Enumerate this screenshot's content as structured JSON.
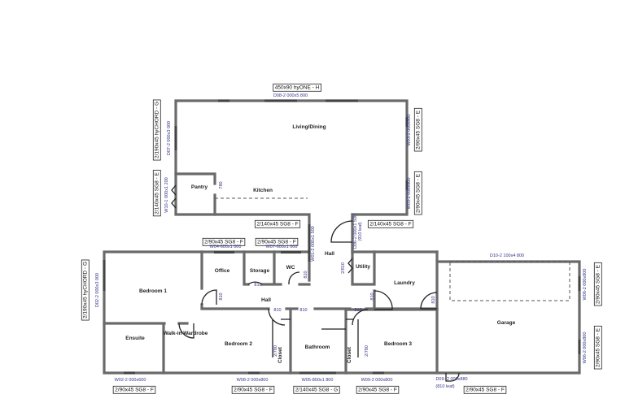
{
  "rooms": [
    "Living/Dining",
    "Pantry",
    "Kitchen",
    "Hall",
    "Office",
    "Storage",
    "WC",
    "Utility",
    "Laundry",
    "Bedroom 1",
    "Hall",
    "Ensuite",
    "Walk-in Wardrobe",
    "Bedroom 2",
    "Closet",
    "Bathroom",
    "Closet",
    "Bedroom 3",
    "Garage"
  ],
  "lintels": [
    "450x90 hyONE - H",
    "2/190x45 hyCHORD - G",
    "2/140x45 SG8 - E",
    "2/90x45 SG8 - E",
    "2/90x45 SG8 - E",
    "2/140x45 SG8 - F",
    "2/140x45 SG8 - F",
    "2/90x45 SG8 - F",
    "2/90x45 SG8 - F",
    "2/190x45 hyCHORD - G",
    "2/90x45 SG8 - E",
    "2/90x45 SG8 - E",
    "2/90x45 SG8 - F",
    "2/90x45 SG8 - F",
    "2/140x45 SG8 - G",
    "2/90x45 SG8 - F",
    "2/90x45 SG8 - F"
  ],
  "openings": [
    "D08-2 000x5 800",
    "D07-2 000x3 000",
    "W10-1 000x1 200",
    "W03-2 000x800",
    "W03-2 000x800",
    "780",
    "W01-2 000x1 500",
    "D06-2 000x1 500",
    "(910 leaf)",
    "W04-600x1 000",
    "W07-600x1 000",
    "D02-2 000x3 000",
    "810",
    "810",
    "810",
    "810",
    "810",
    "810",
    "2/810",
    "810",
    "810",
    "2/780",
    "2/780",
    "W02-2 000x600",
    "W08-2 000x800",
    "W05-800x1 800",
    "W09-2 000x800",
    "D09- 2 000x880",
    "(810 leaf)",
    "D10-2 100x4 800",
    "W06-2 000x800",
    "W06-2 000x800"
  ],
  "colors": {
    "wall": "#6a6a6a",
    "annotation": "#34348a",
    "label": "#222222"
  }
}
